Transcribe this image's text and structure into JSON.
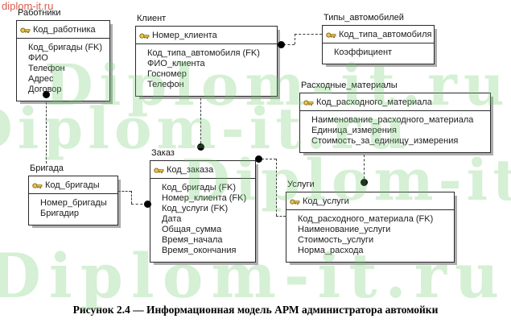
{
  "caption": "Рисунок 2.4 — Информационная модель АРМ администратора автомойки",
  "watermark": {
    "brand_small": "diplom-it.ru",
    "brand_large": "Diplom-it.ru",
    "color_green": "#8fd08c",
    "color_red": "#d24e3a"
  },
  "icons": {
    "key": "key-icon"
  },
  "entities": {
    "rabotniki": {
      "name": "Работники",
      "pk": "Код_работника",
      "attrs": [
        "Код_бригады (FK)",
        "ФИО",
        "Телефон",
        "Адрес",
        "Договор"
      ]
    },
    "klient": {
      "name": "Клиент",
      "pk": "Номер_клиента",
      "attrs": [
        "Код_типа_автомобиля (FK)",
        "ФИО_клиента",
        "Госномер",
        "Телефон"
      ]
    },
    "tipy": {
      "name": "Типы_автомобилей",
      "pk": "Код_типа_автомобиля",
      "attrs": [
        "Коэффициент"
      ]
    },
    "rashod": {
      "name": "Расходные_материалы",
      "pk": "Код_расходного_материала",
      "attrs": [
        "Наименование_расходного_материала",
        "Единица_измерения",
        "Стоимость_за_единицу_измерения"
      ]
    },
    "brigada": {
      "name": "Бригада",
      "pk": "Код_бригады",
      "attrs": [
        "Номер_бригады",
        "Бригадир"
      ]
    },
    "zakaz": {
      "name": "Заказ",
      "pk": "Код_заказа",
      "attrs": [
        "Код_бригады (FK)",
        "Номер_клиента (FK)",
        "Код_услуги (FK)",
        "Дата",
        "Общая_сумма",
        "Время_начала",
        "Время_окончания"
      ]
    },
    "uslugi": {
      "name": "Услуги",
      "pk": "Код_услуги",
      "attrs": [
        "Код_расходного_материала (FK)",
        "Наименование_услуги",
        "Стоимость_услуги",
        "Норма_расхода"
      ]
    }
  },
  "relationships": [
    {
      "parent": "Бригада",
      "child": "Работники",
      "type": "non-identifying"
    },
    {
      "parent": "Типы_автомобилей",
      "child": "Клиент",
      "type": "non-identifying"
    },
    {
      "parent": "Клиент",
      "child": "Заказ",
      "type": "non-identifying"
    },
    {
      "parent": "Бригада",
      "child": "Заказ",
      "type": "non-identifying"
    },
    {
      "parent": "Услуги",
      "child": "Заказ",
      "type": "non-identifying"
    },
    {
      "parent": "Расходные_материалы",
      "child": "Услуги",
      "type": "non-identifying"
    }
  ]
}
